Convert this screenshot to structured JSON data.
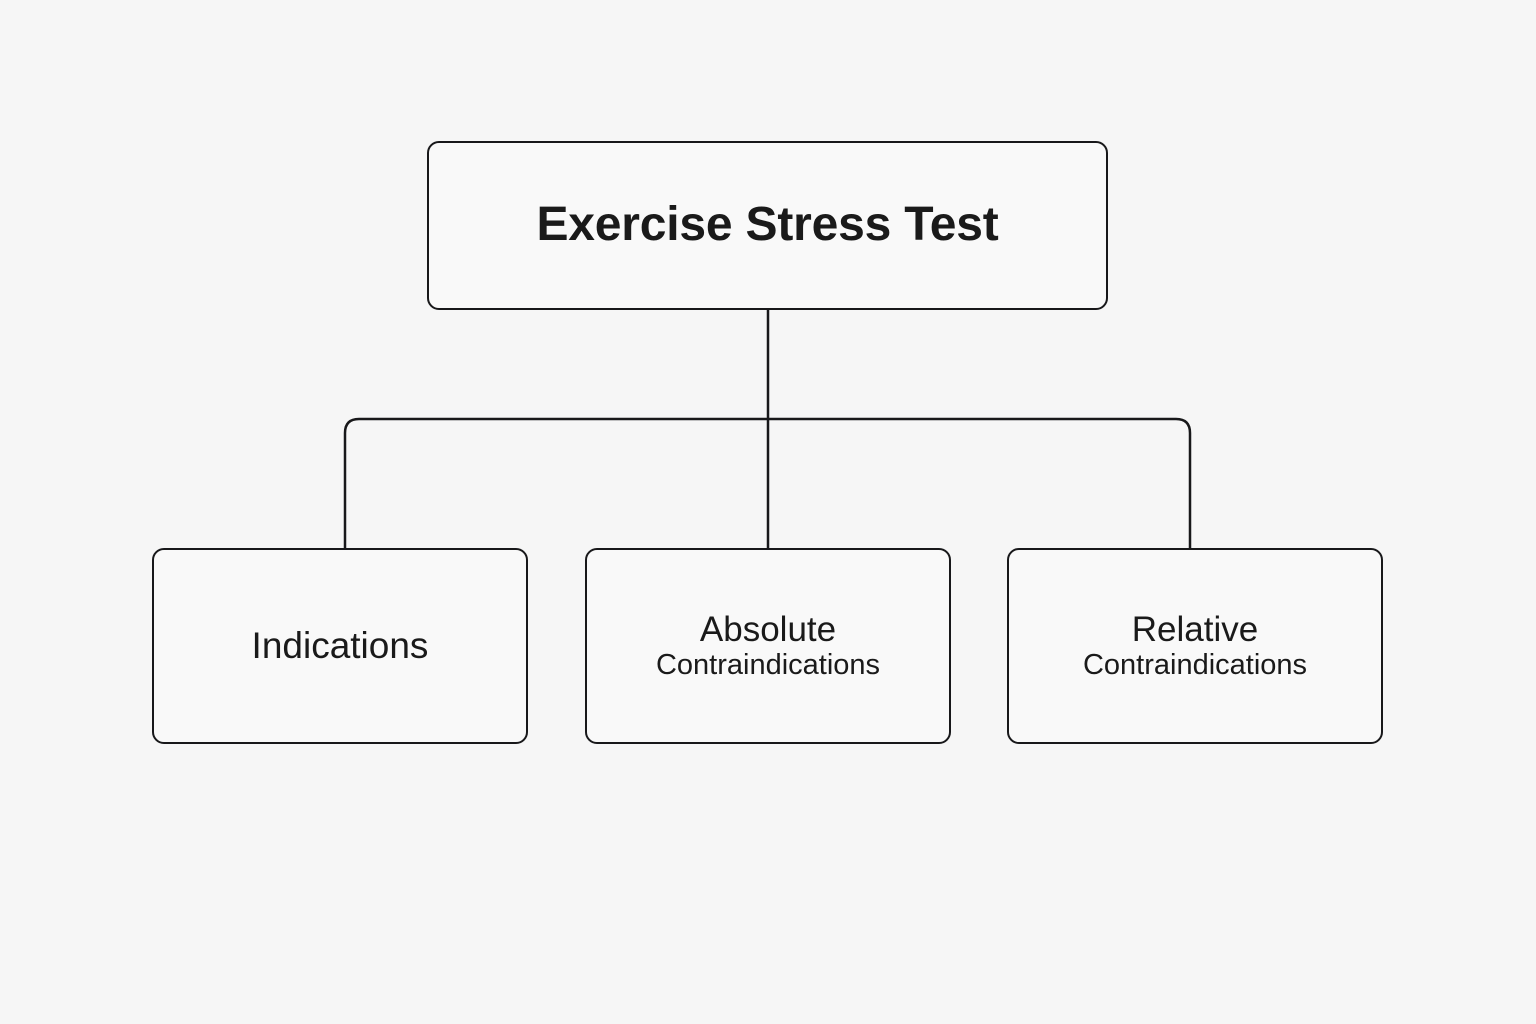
{
  "diagram": {
    "type": "hierarchy-tree",
    "background_color": "#f6f6f6",
    "stroke_color": "#18181a",
    "text_color": "#1a1a1a",
    "node_fill_color": "#f9f9f9",
    "root": {
      "label": "Exercise Stress Test"
    },
    "children": [
      {
        "label": "Indications",
        "line1": "Indications",
        "line2": ""
      },
      {
        "label": "Absolute Contraindications",
        "line1": "Absolute",
        "line2": "Contraindications"
      },
      {
        "label": "Relative Contraindications",
        "line1": "Relative",
        "line2": "Contraindications"
      }
    ]
  }
}
